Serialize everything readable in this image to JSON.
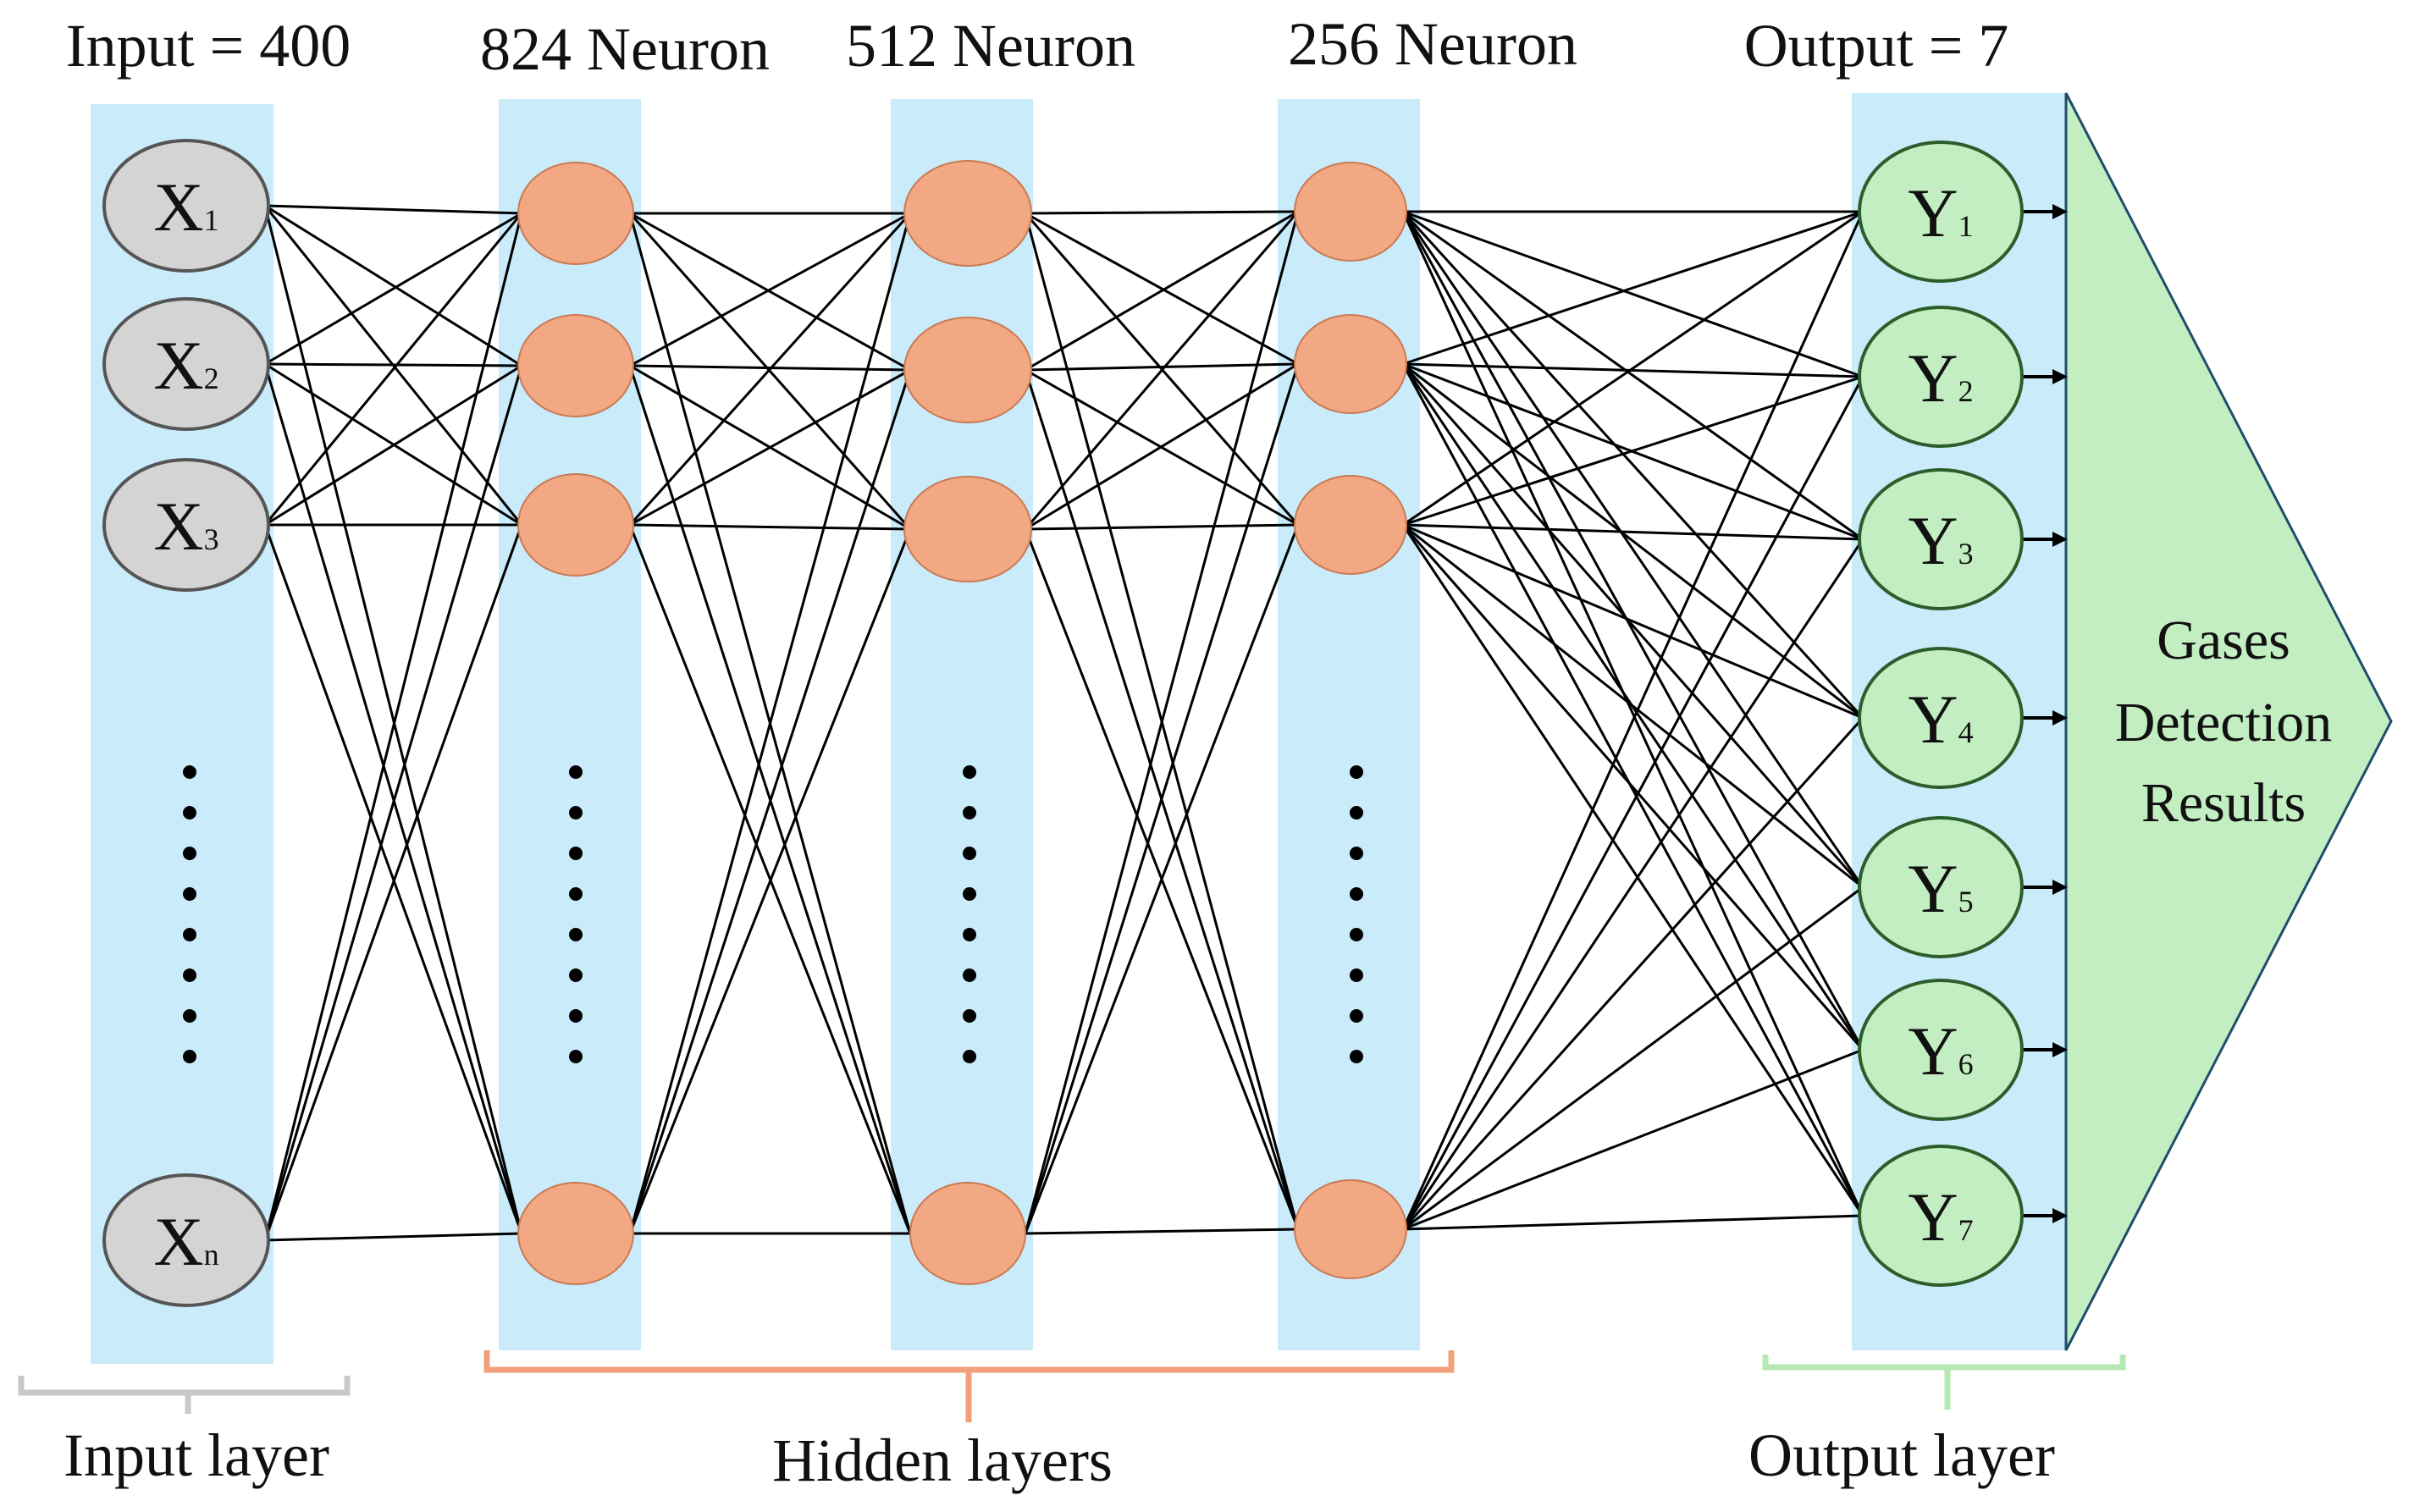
{
  "layers": [
    {
      "title": "Input = 400",
      "kind": "input",
      "nodes": [
        {
          "var": "X",
          "sub": "1"
        },
        {
          "var": "X",
          "sub": "2"
        },
        {
          "var": "X",
          "sub": "3"
        },
        {
          "var": "X",
          "sub": "n"
        }
      ]
    },
    {
      "title": "824 Neuron",
      "kind": "hidden",
      "nodes": [
        {},
        {},
        {},
        {}
      ]
    },
    {
      "title": "512 Neuron",
      "kind": "hidden",
      "nodes": [
        {},
        {},
        {},
        {}
      ]
    },
    {
      "title": "256 Neuron",
      "kind": "hidden",
      "nodes": [
        {},
        {},
        {},
        {}
      ]
    },
    {
      "title": "Output = 7",
      "kind": "output",
      "nodes": [
        {
          "var": "Y",
          "sub": "1"
        },
        {
          "var": "Y",
          "sub": "2"
        },
        {
          "var": "Y",
          "sub": "3"
        },
        {
          "var": "Y",
          "sub": "4"
        },
        {
          "var": "Y",
          "sub": "5"
        },
        {
          "var": "Y",
          "sub": "6"
        },
        {
          "var": "Y",
          "sub": "7"
        }
      ]
    }
  ],
  "groups": {
    "input": "Input layer",
    "hidden": "Hidden layers",
    "output": "Output layer"
  },
  "result": {
    "lines": [
      "Gases",
      "Detection",
      "Results"
    ]
  },
  "colors": {
    "band": "#c9ebfa",
    "input_node": "#d4d4d4",
    "hidden_node": "#f2a882",
    "output_node": "#c3eec2",
    "input_bracket": "#c8c8c8",
    "hidden_bracket": "#f2a07a",
    "output_bracket": "#b5e8b2",
    "result_fill": "#c3eec2",
    "result_stroke": "#1f4d6b",
    "edge": "#000000"
  }
}
